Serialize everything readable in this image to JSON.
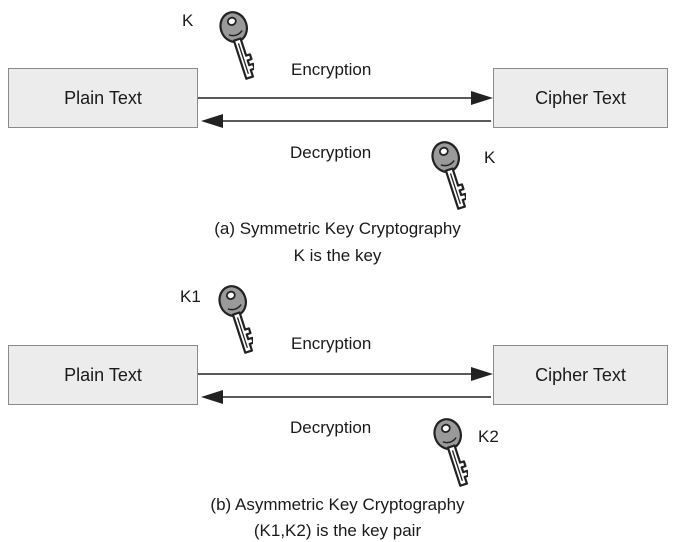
{
  "symmetric": {
    "plain_label": "Plain Text",
    "cipher_label": "Cipher Text",
    "encryption_label": "Encryption",
    "decryption_label": "Decryption",
    "key_enc_label": "K",
    "key_dec_label": "K",
    "caption_line1": "(a) Symmetric Key Cryptography",
    "caption_line2": "K is the key"
  },
  "asymmetric": {
    "plain_label": "Plain Text",
    "cipher_label": "Cipher Text",
    "encryption_label": "Encryption",
    "decryption_label": "Decryption",
    "key_enc_label": "K1",
    "key_dec_label": "K2",
    "caption_line1": "(b) Asymmetric Key Cryptography",
    "caption_line2": "(K1,K2) is the key pair"
  },
  "icons": {
    "key": "key-icon"
  }
}
